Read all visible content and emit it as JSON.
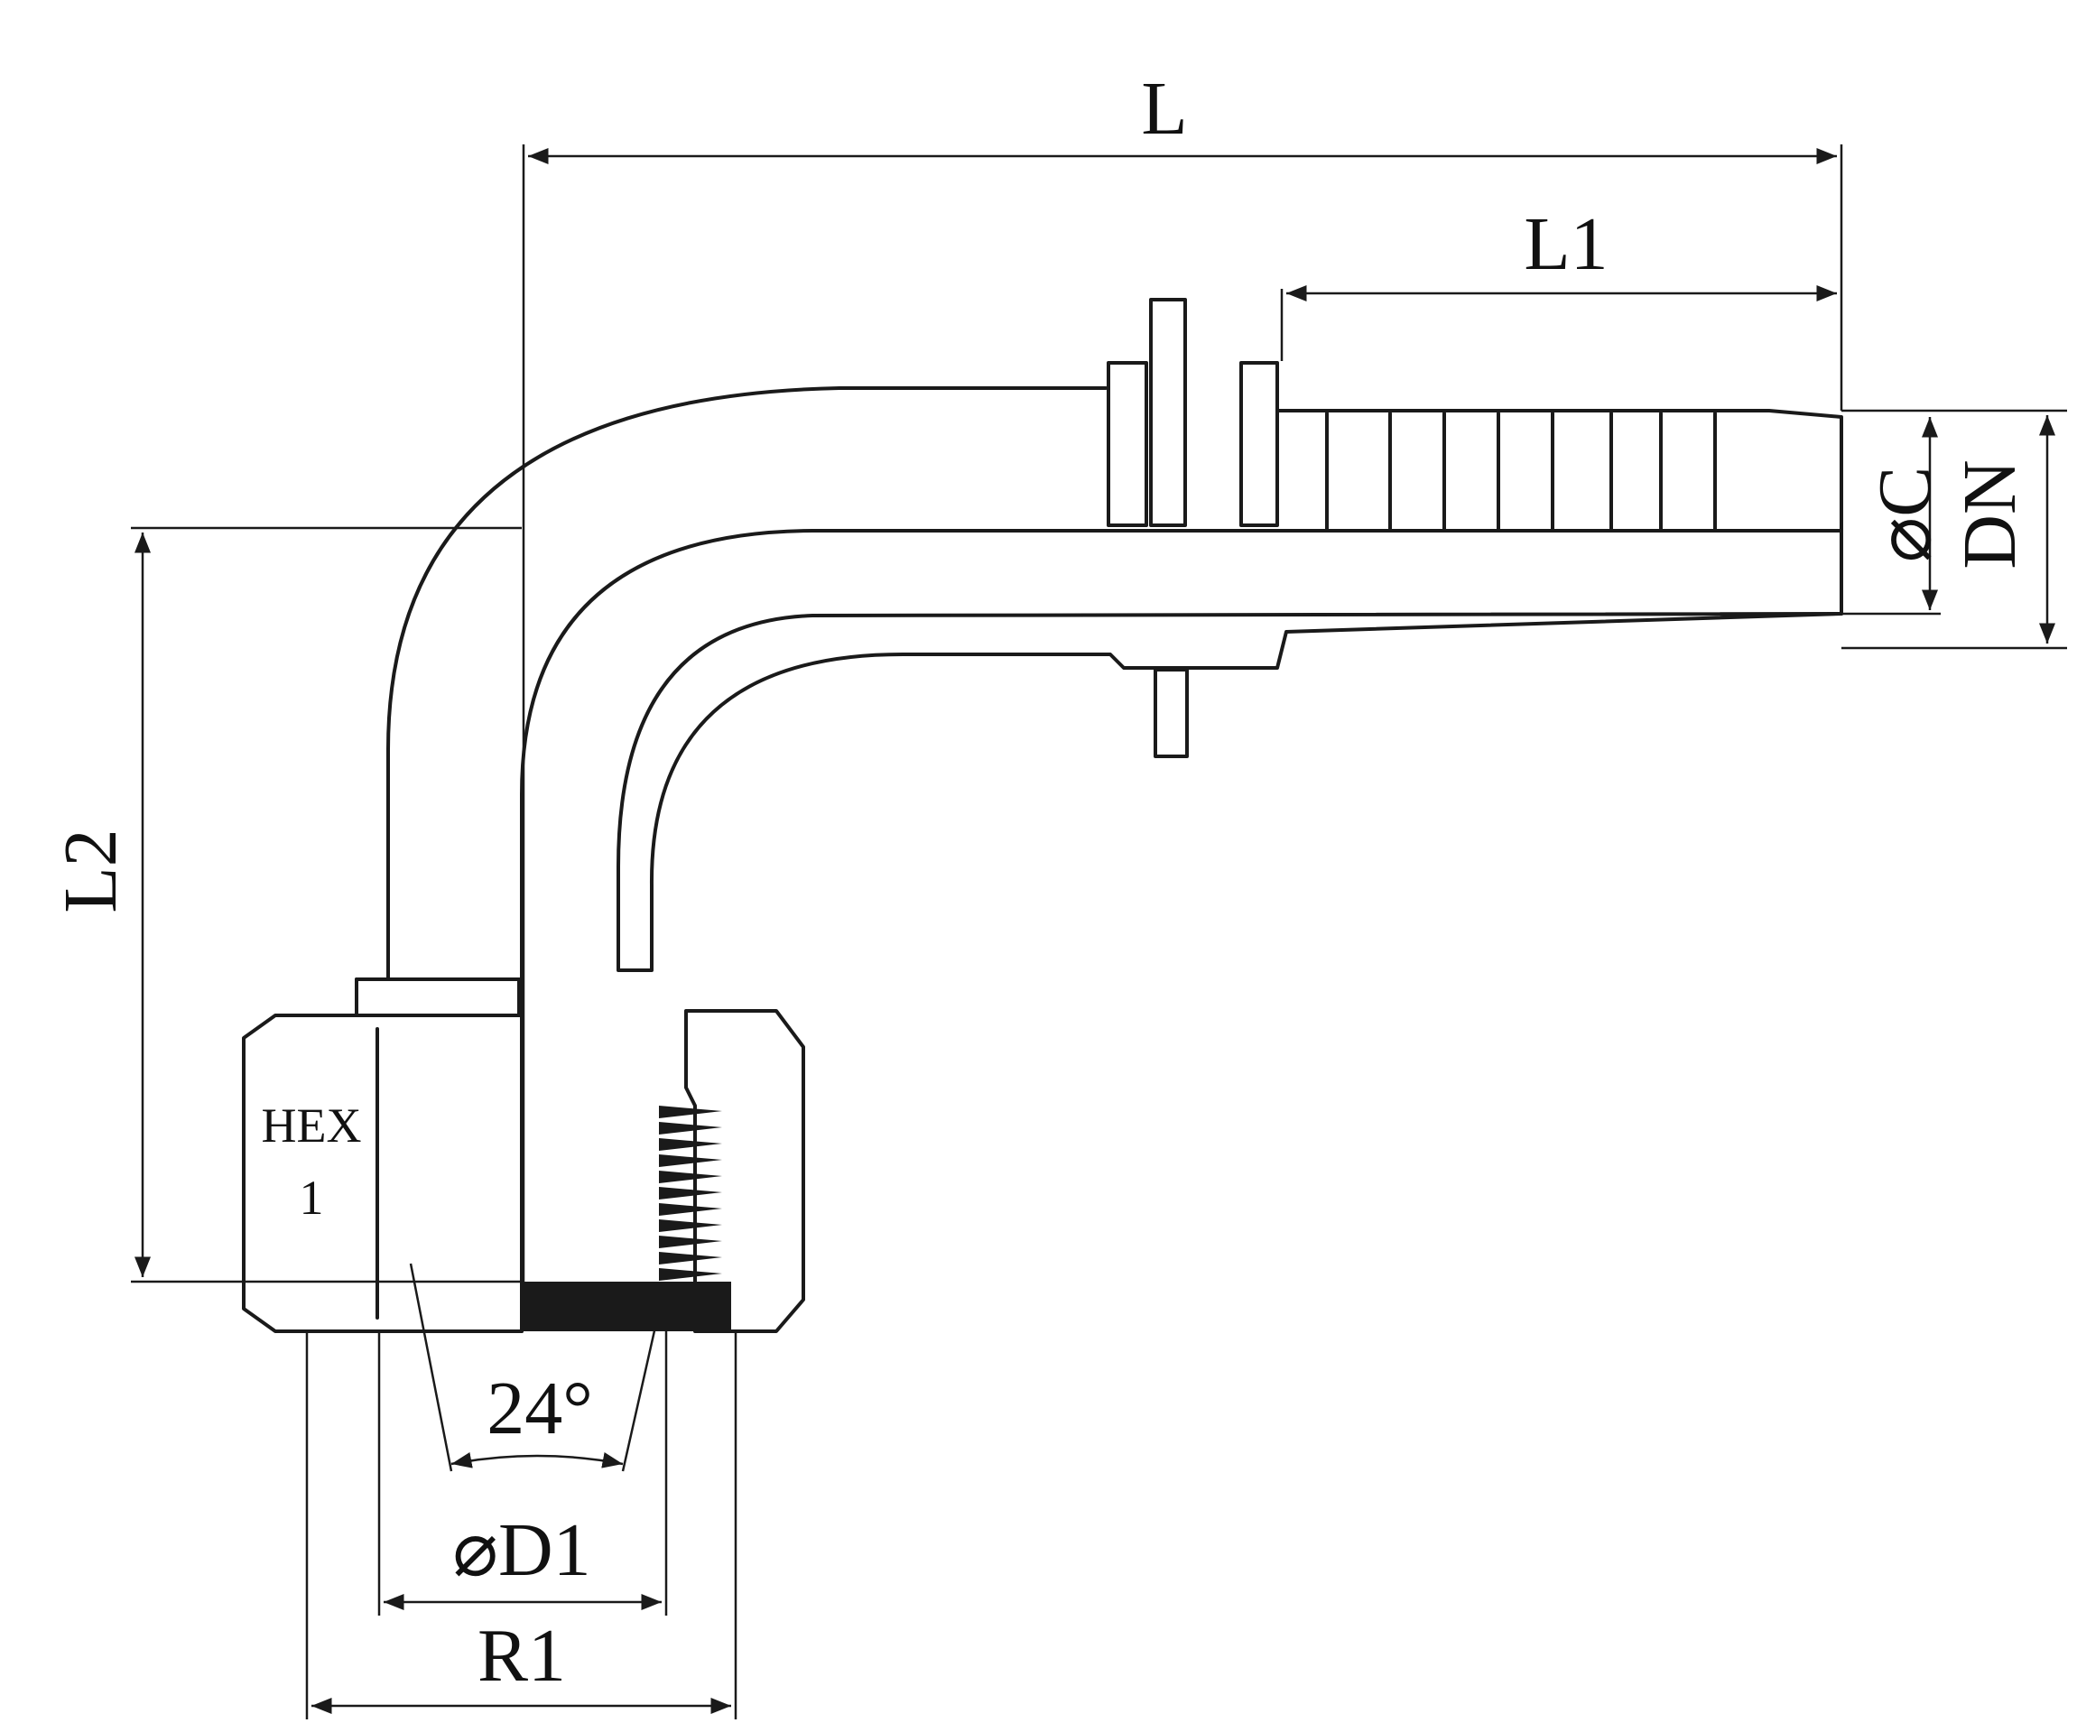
{
  "labels": {
    "L": "L",
    "L1": "L1",
    "L2": "L2",
    "C": "C",
    "DN": "DN",
    "D1": "D1",
    "R1": "R1",
    "angle": "24°",
    "hex_line1": "HEX",
    "hex_line2": "1",
    "diameter_symbol": "⌀"
  },
  "colors": {
    "ink": "#1a1a1a",
    "paper": "#ffffff"
  }
}
